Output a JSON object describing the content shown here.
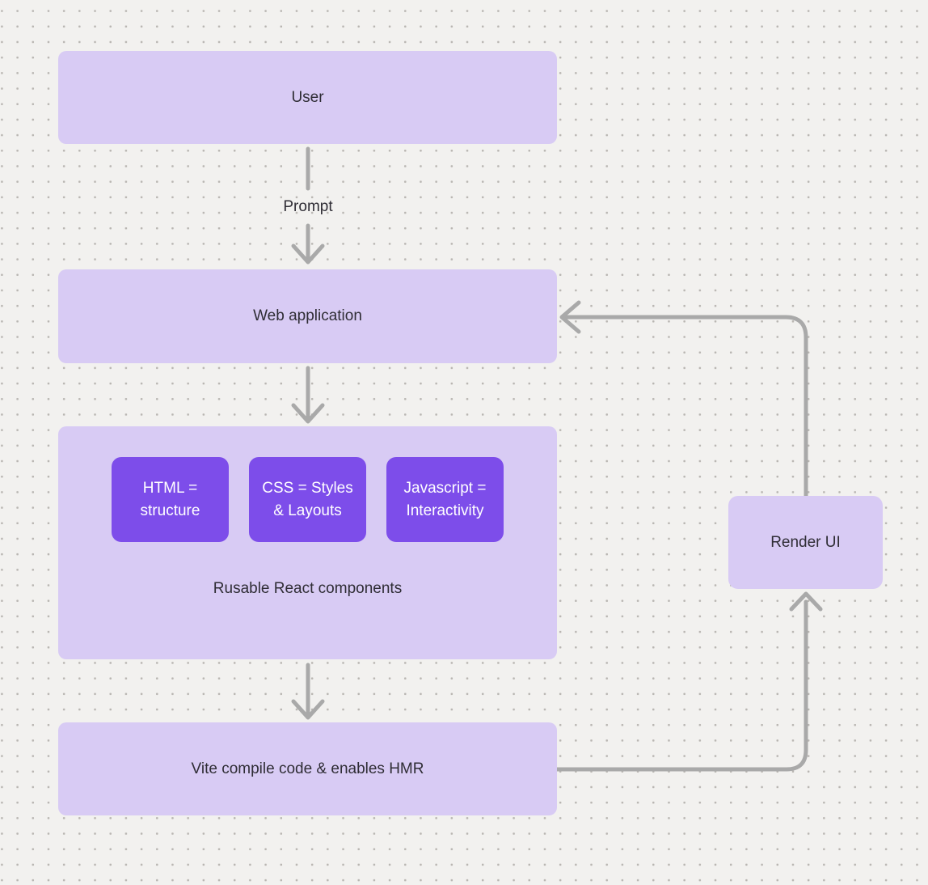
{
  "diagram": {
    "nodes": {
      "user": {
        "label": "User"
      },
      "web_application": {
        "label": "Web application"
      },
      "components_group": {
        "caption": "Rusable React components",
        "children": [
          {
            "label": "HTML = structure"
          },
          {
            "label": "CSS = Styles & Layouts"
          },
          {
            "label": "Javascript = Interactivity"
          }
        ]
      },
      "vite": {
        "label": "Vite compile code & enables HMR"
      },
      "render_ui": {
        "label": "Render UI"
      }
    },
    "edges": [
      {
        "from": "User",
        "to": "Web application",
        "label": "Prompt"
      },
      {
        "from": "Web application",
        "to": "Reusable components group",
        "label": ""
      },
      {
        "from": "Reusable components group",
        "to": "Vite compile code & enables HMR",
        "label": ""
      },
      {
        "from": "Vite compile code & enables HMR",
        "to": "Render UI",
        "label": ""
      },
      {
        "from": "Render UI",
        "to": "Web application",
        "label": ""
      }
    ],
    "colors": {
      "background": "#f2f1ef",
      "grid_dot": "#b9b6b2",
      "node_fill": "#d8cbf4",
      "component_fill": "#7d4dea",
      "arrow": "#a9a9a9",
      "text_dark": "#2f2d35",
      "text_light": "#ffffff"
    }
  }
}
